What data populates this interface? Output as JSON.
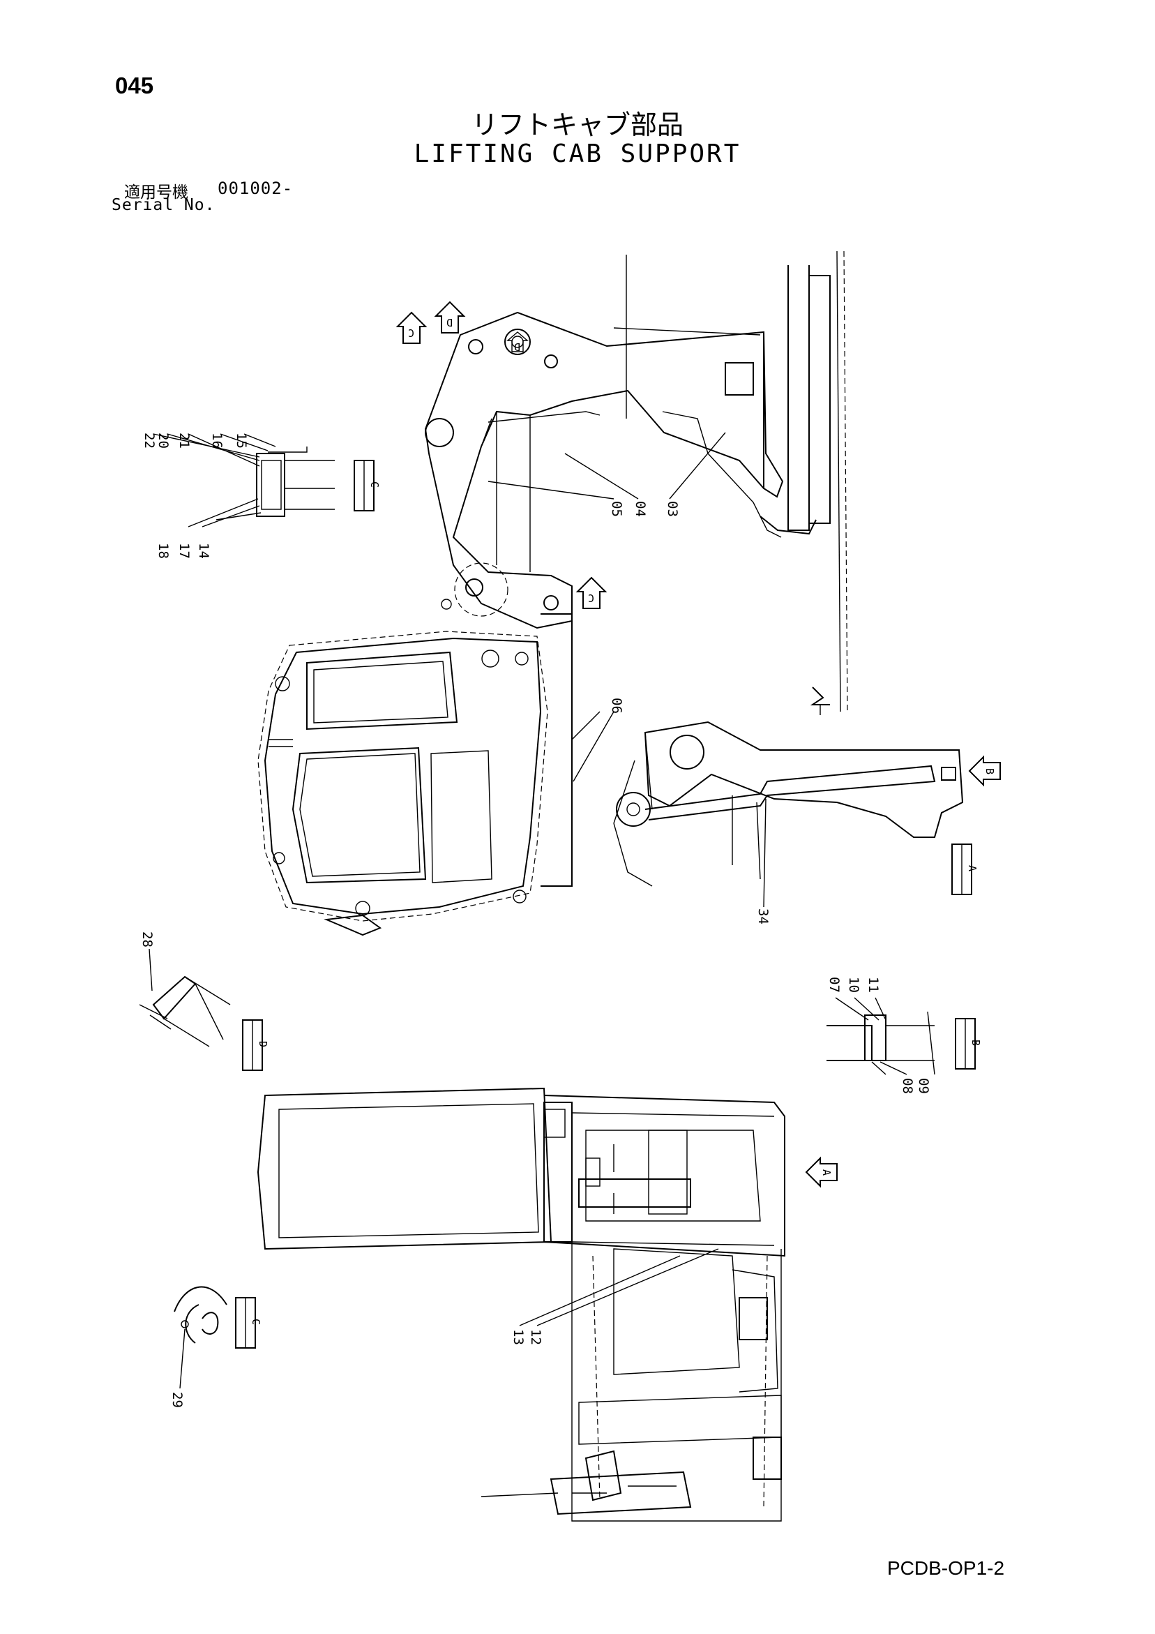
{
  "page_number": "045",
  "title_jp": "リフトキャブ部品",
  "title_en": "LIFTING CAB SUPPORT",
  "serial_label_jp": "適用号機",
  "serial_value": "001002-",
  "serial_label_en": "Serial No.",
  "footer_code": "PCDB-OP1-2",
  "part_numbers": [
    "22",
    "20",
    "21",
    "16",
    "15",
    "18",
    "17",
    "14",
    "05",
    "04",
    "03",
    "06",
    "34",
    "28",
    "07",
    "10",
    "11",
    "08",
    "09",
    "13",
    "12",
    "29"
  ],
  "section_labels": [
    "C",
    "A",
    "D",
    "B",
    "C"
  ],
  "view_arrows": [
    "C",
    "D",
    "D",
    "C",
    "B",
    "A"
  ]
}
